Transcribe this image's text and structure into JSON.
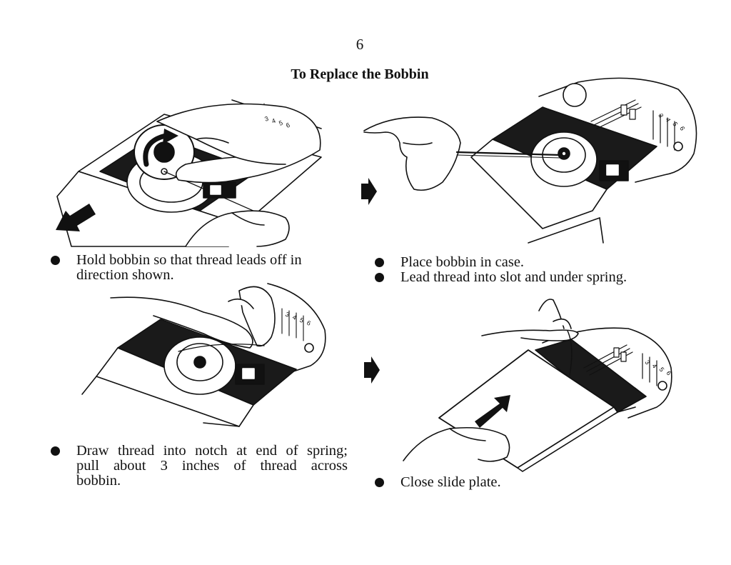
{
  "page": {
    "number": "6",
    "title": "To Replace the Bobbin"
  },
  "steps": [
    {
      "caption_lines": [
        "Hold bobbin so that thread leads off in",
        "direction shown."
      ]
    },
    {
      "caption_lines": [
        "Place bobbin in case.",
        "Lead thread into slot and under spring."
      ]
    },
    {
      "caption_lines": [
        "Draw thread into notch at end of spring;",
        "pull about 3 inches of thread across",
        "bobbin."
      ]
    },
    {
      "caption_lines": [
        "Close slide plate."
      ]
    }
  ],
  "plate_markings": [
    "3",
    "4",
    "5",
    "6"
  ],
  "colors": {
    "ink": "#111111",
    "paper": "#ffffff"
  },
  "icons": [
    "rotation-arrow-icon",
    "direction-arrow-icon",
    "sequence-arrow-icon",
    "push-arrow-icon"
  ]
}
